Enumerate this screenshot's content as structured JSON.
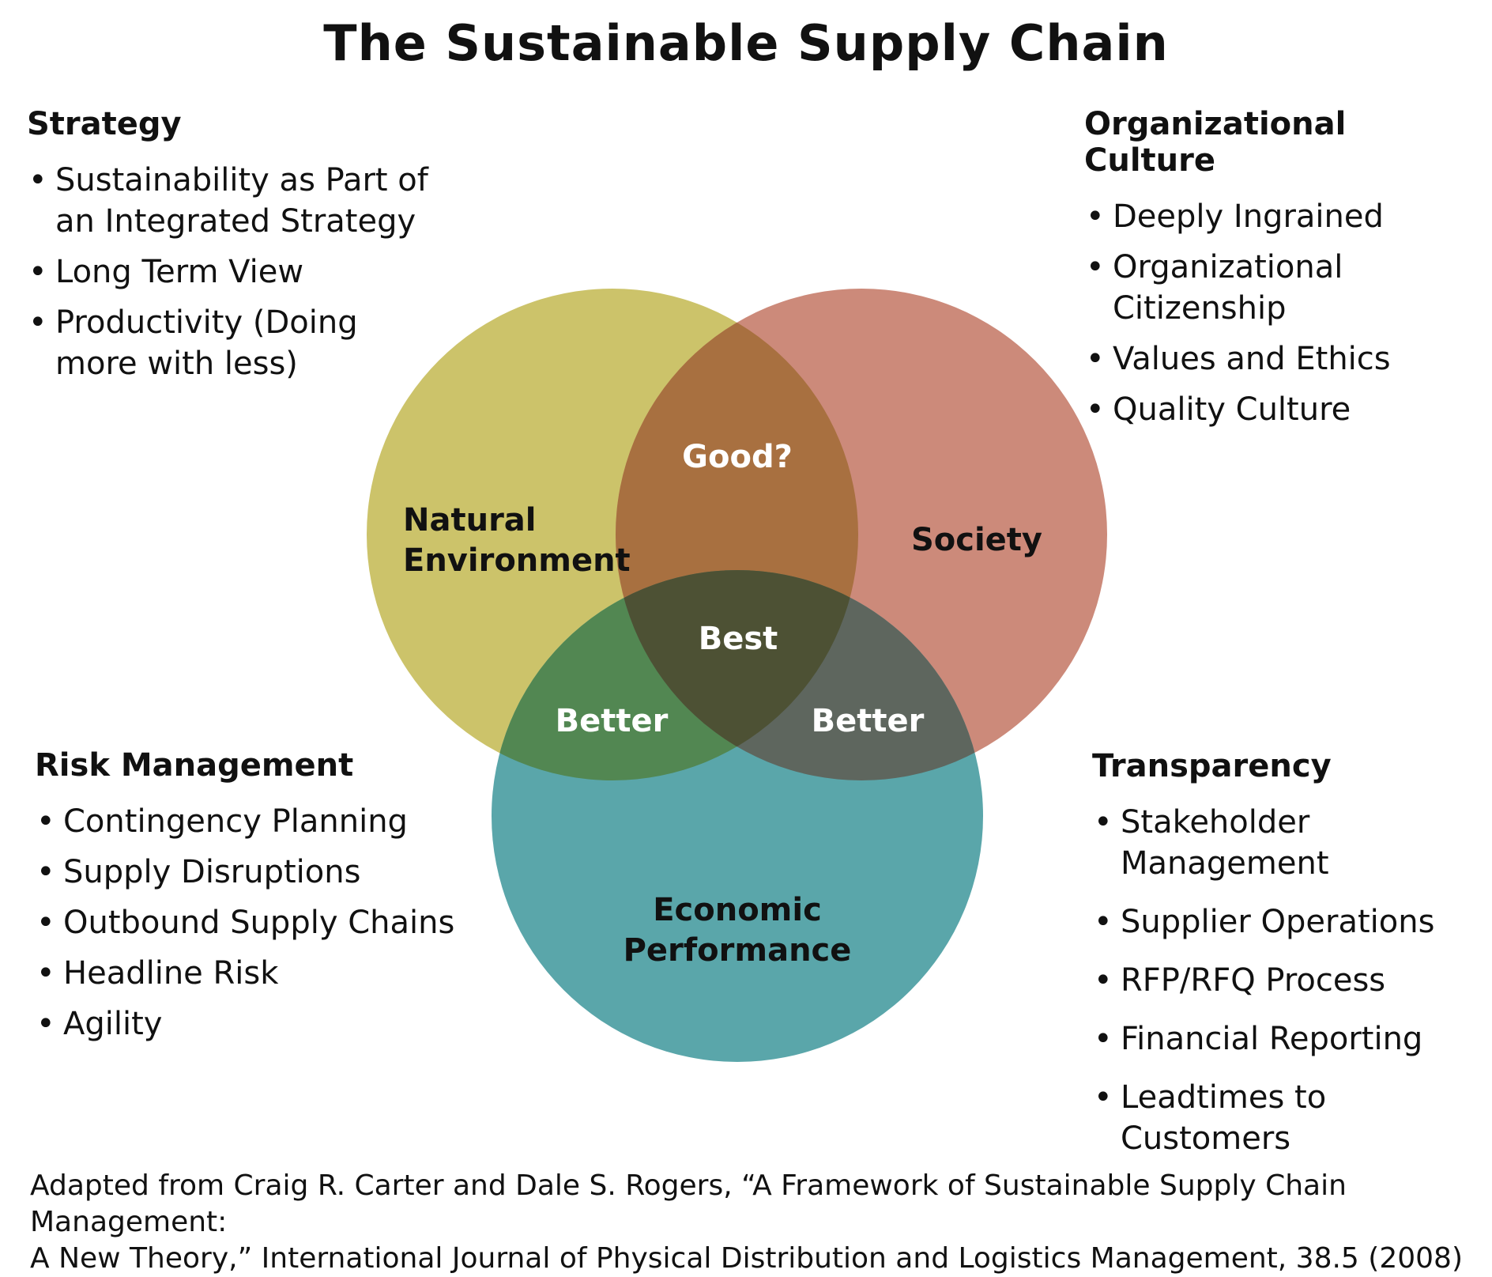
{
  "title": "The Sustainable Supply Chain",
  "strategy": {
    "heading": "Strategy",
    "items": [
      "Sustainability as Part of an Integrated Strategy",
      "Long Term View",
      "Productivity (Doing more with less)"
    ]
  },
  "organizational_culture": {
    "heading": "Organizational Culture",
    "items": [
      "Deeply Ingrained",
      "Organizational Citizenship",
      "Values and Ethics",
      "Quality Culture"
    ]
  },
  "risk_management": {
    "heading": "Risk Management",
    "items": [
      "Contingency Planning",
      "Supply Disruptions",
      "Outbound Supply Chains",
      "Headline Risk",
      "Agility"
    ]
  },
  "transparency": {
    "heading": "Transparency",
    "items": [
      "Stakeholder Management",
      "Supplier Operations",
      "RFP/RFQ Process",
      "Financial Reporting",
      "Leadtimes to Customers"
    ]
  },
  "venn": {
    "natural_environment": [
      "Natural",
      "Environment"
    ],
    "society": "Society",
    "economic_performance": [
      "Economic",
      "Performance"
    ],
    "env_society": "Good?",
    "env_econ": "Better",
    "society_econ": "Better",
    "center": "Best",
    "colors": {
      "environment": "#ccc36a",
      "society": "#cc8a7a",
      "economic": "#5aa6aa",
      "env_society": "#a87040",
      "env_econ": "#528752",
      "society_econ": "#5e665e",
      "center": "#4d5134"
    }
  },
  "footer": {
    "line1": "Adapted from Craig R. Carter and Dale S. Rogers, “A Framework of Sustainable Supply Chain Management:",
    "line2": "A New Theory,”  International Journal of Physical Distribution and Logistics Management, 38.5 (2008)"
  }
}
